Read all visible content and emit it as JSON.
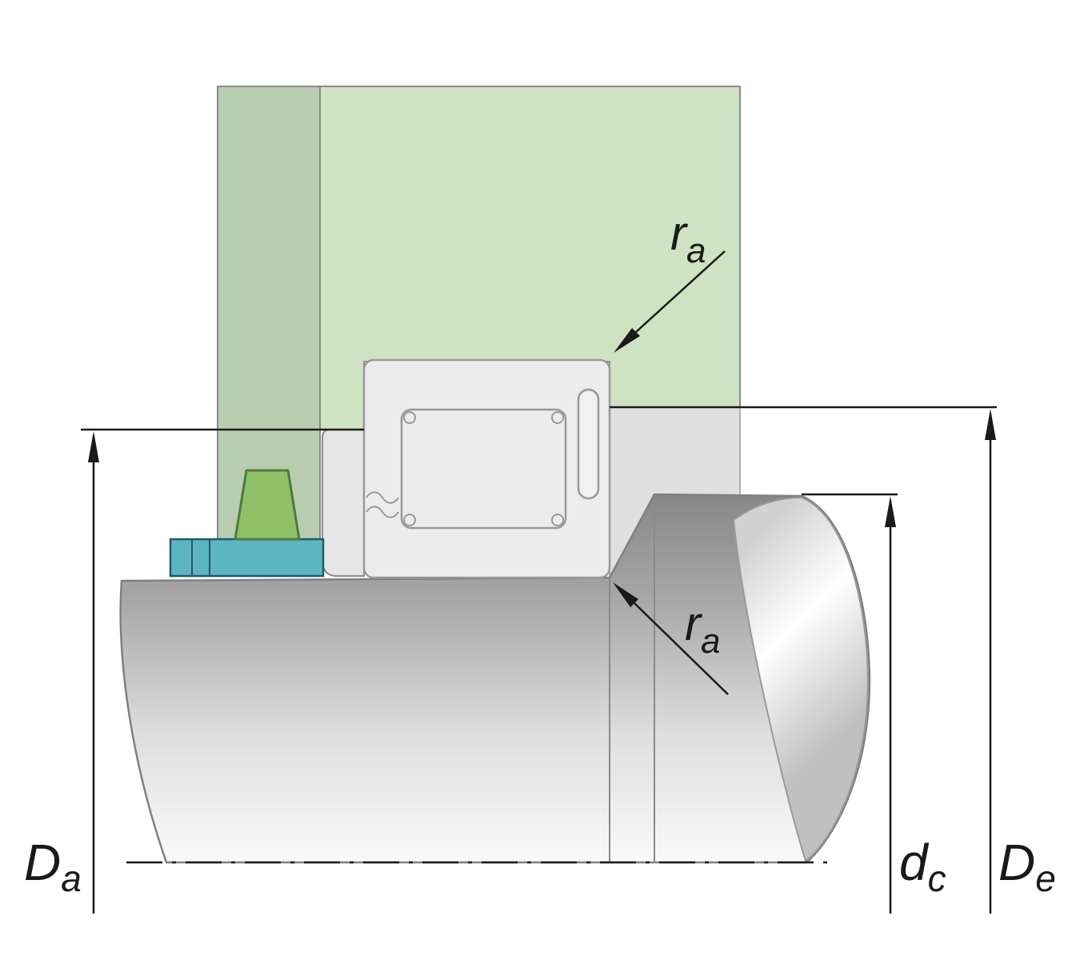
{
  "diagram": {
    "type": "bearing-mounting-cross-section",
    "labels": {
      "housing_abutment_diameter": {
        "main": "D",
        "sub": "a"
      },
      "recess_diameter": {
        "main": "D",
        "sub": "e"
      },
      "shaft_shoulder_diameter": {
        "main": "d",
        "sub": "c"
      },
      "fillet_radius_top": {
        "main": "r",
        "sub": "a"
      },
      "fillet_radius_bottom": {
        "main": "r",
        "sub": "a"
      }
    },
    "colors": {
      "housing_light_green": "#cfe2c2",
      "housing_shaded_green": "#b8cdaf",
      "seal_green": "#8fc169",
      "sleeve_teal": "#5cb6c2",
      "bearing_fill": "#ececec",
      "recess_gray": "#e0e0e0",
      "abutment_ring_gray": "#e6e6e6",
      "metal_outline": "#8a8a8a",
      "dimension_line": "#1a1a1a",
      "background": "#ffffff"
    }
  }
}
